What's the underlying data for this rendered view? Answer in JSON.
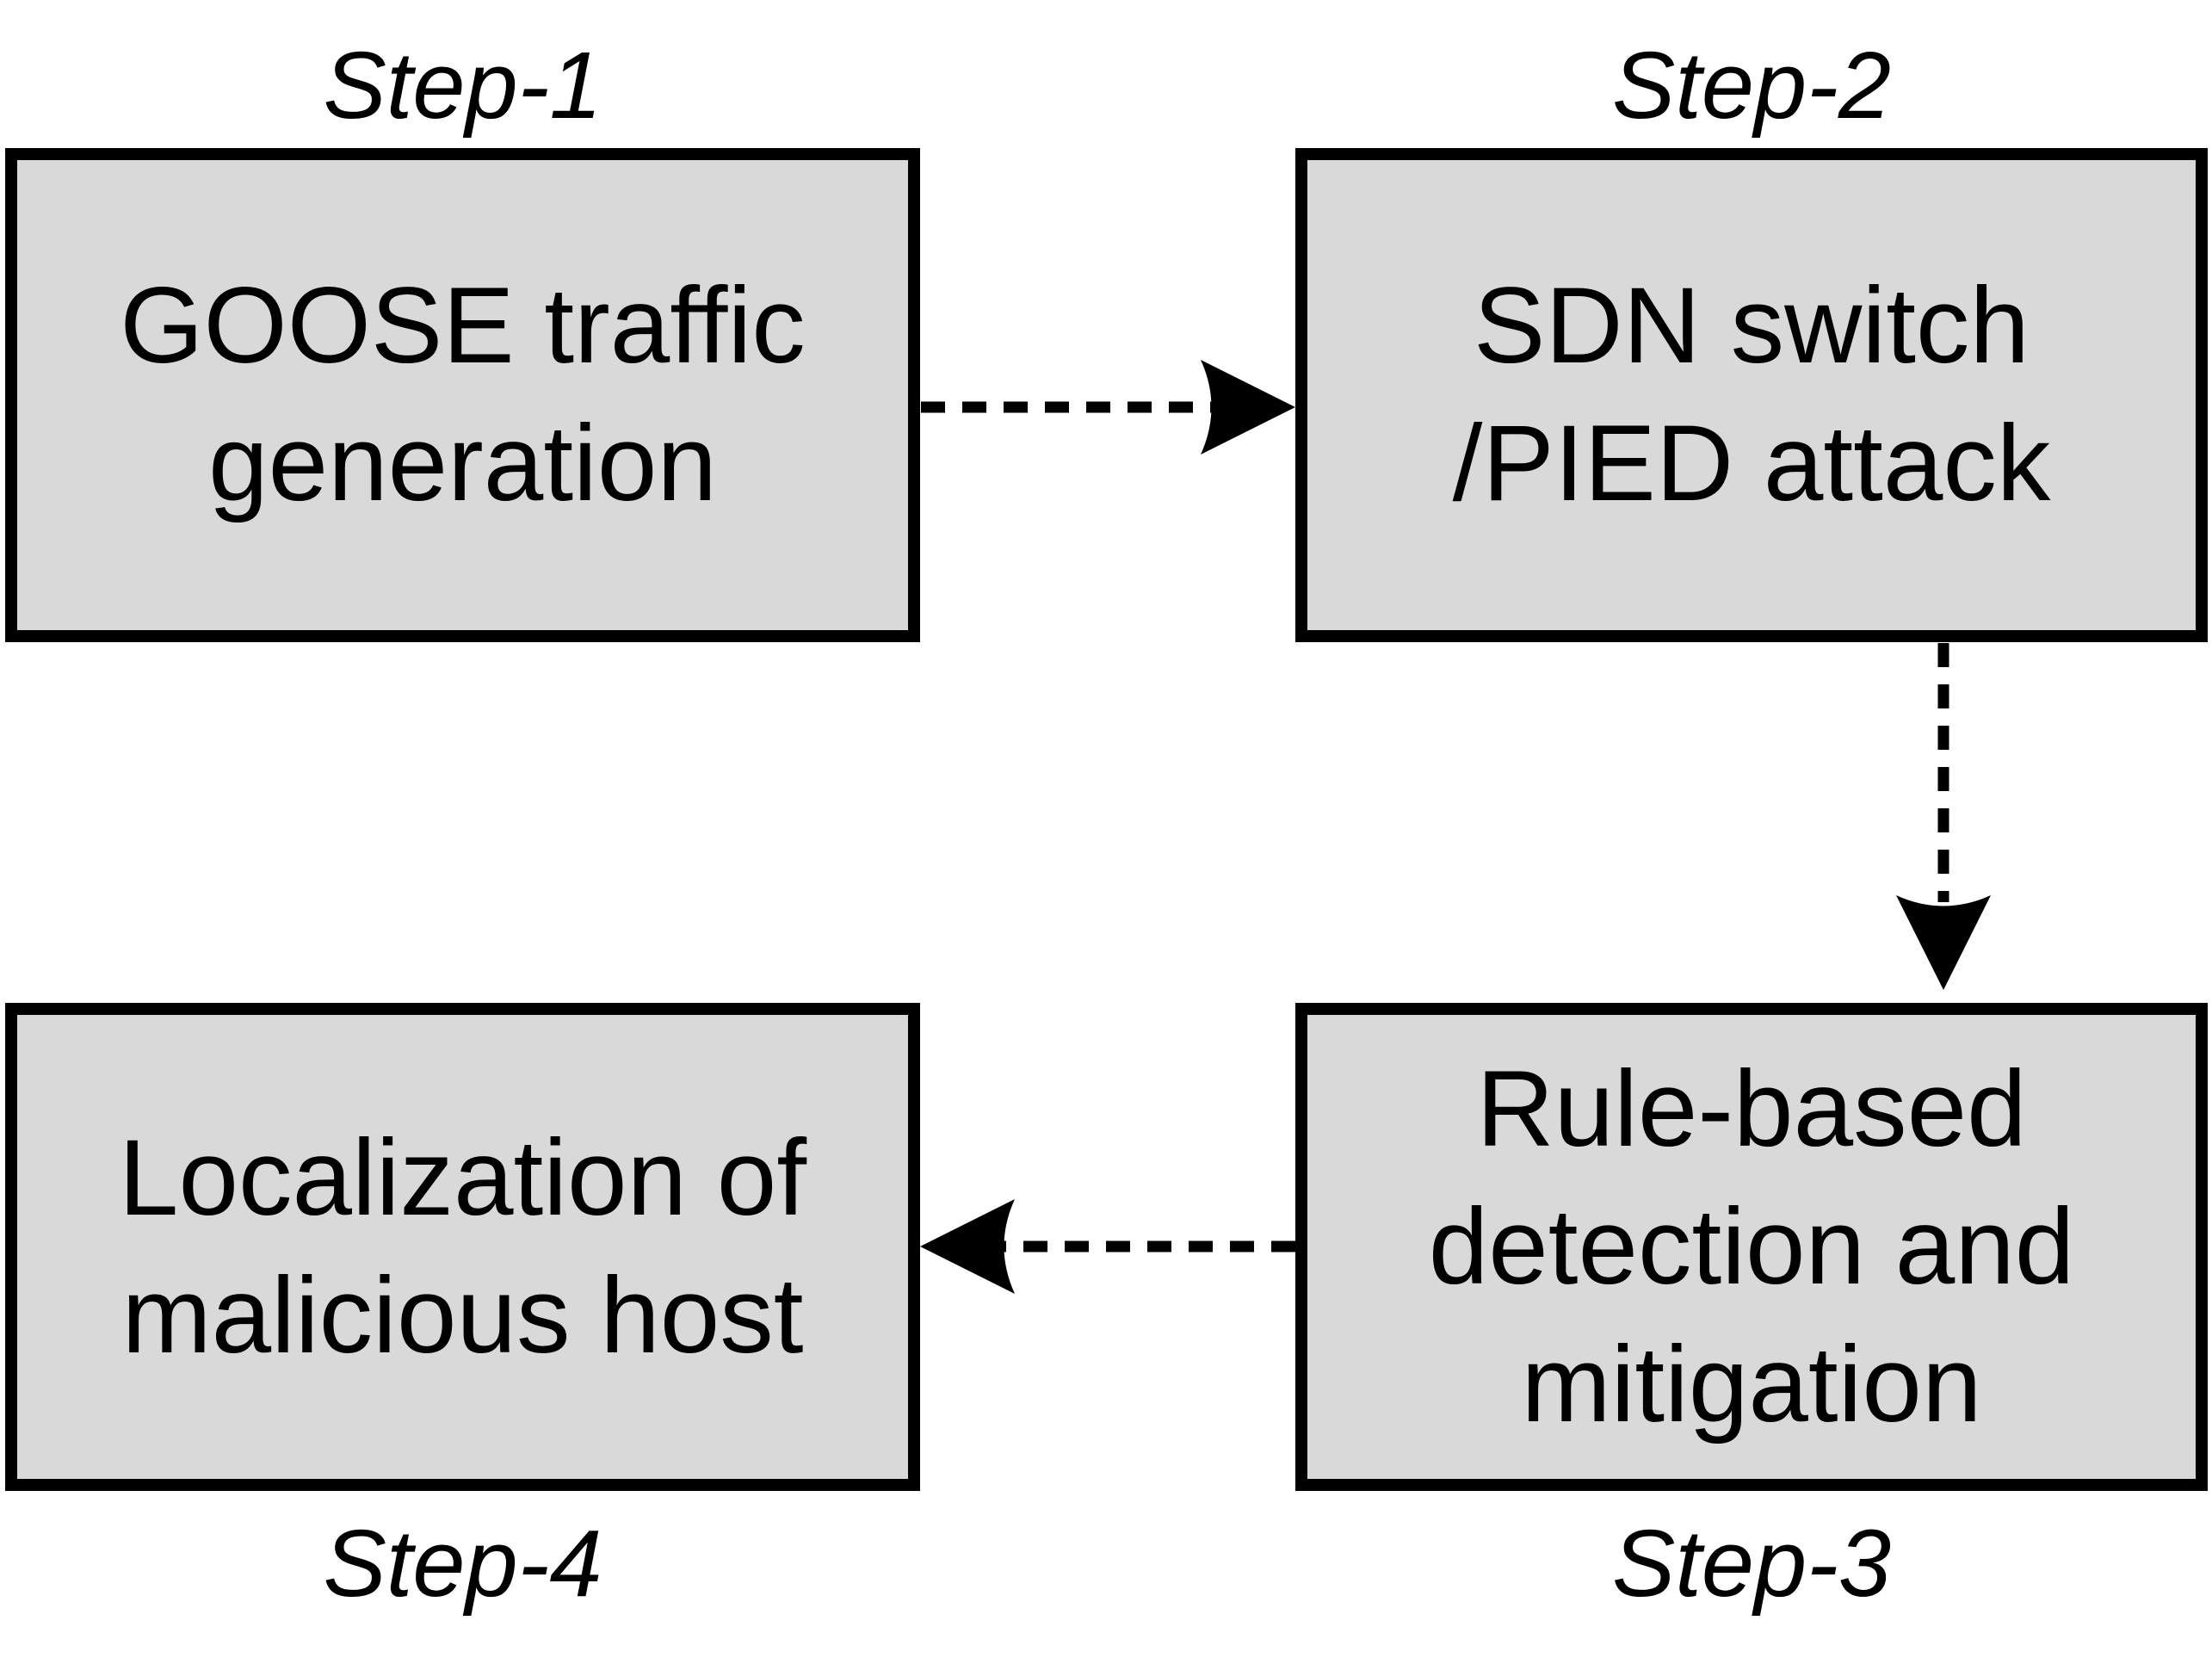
{
  "steps": [
    {
      "label": "Step-1",
      "text": "GOOSE traffic\ngeneration"
    },
    {
      "label": "Step-2",
      "text": "SDN switch\n/PIED attack"
    },
    {
      "label": "Step-3",
      "text": "Rule-based\ndetection and\nmitigation"
    },
    {
      "label": "Step-4",
      "text": "Localization of\nmalicious host"
    }
  ],
  "colors": {
    "box_fill": "#d9d9d9",
    "border": "#000000"
  }
}
